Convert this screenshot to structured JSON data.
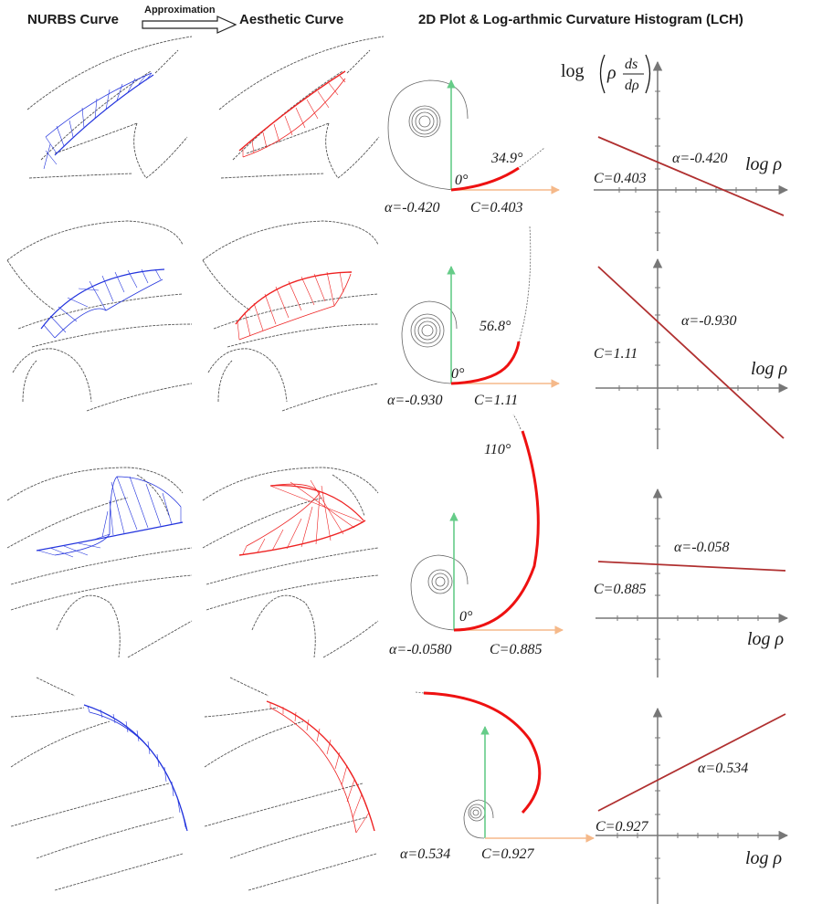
{
  "headers": {
    "nurbs": "NURBS Curve",
    "approximation": "Approximation",
    "aesthetic": "Aesthetic Curve",
    "plot": "2D Plot & Log-arthmic Curvature Histogram (LCH)"
  },
  "lch_axes": {
    "y_label_log": "log",
    "y_label_rho": "ρ",
    "y_label_num": "ds",
    "y_label_den": "dρ",
    "x_label": "log ρ"
  },
  "rows": [
    {
      "plot_alpha": "α=-0.420",
      "plot_c": "C=0.403",
      "angle_start": "0°",
      "angle_end": "34.9°",
      "lch_alpha": "α=-0.420",
      "lch_c": "C=0.403"
    },
    {
      "plot_alpha": "α=-0.930",
      "plot_c": "C=1.11",
      "angle_start": "0°",
      "angle_end": "56.8°",
      "lch_alpha": "α=-0.930",
      "lch_c": "C=1.11"
    },
    {
      "plot_alpha": "α=-0.0580",
      "plot_c": "C=0.885",
      "angle_start": "0°",
      "angle_end": "110°",
      "lch_alpha": "α=-0.058",
      "lch_c": "C=0.885"
    },
    {
      "plot_alpha": "α=0.534",
      "plot_c": "C=0.927",
      "angle_start": "",
      "angle_end": "",
      "lch_alpha": "α=0.534",
      "lch_c": "C=0.927"
    }
  ],
  "colors": {
    "nurbs_comb": "#2233dd",
    "aesthetic_comb": "#ee2222",
    "highlight_curve": "#ee1111",
    "tangent_arrow": "#66cc88",
    "normal_arrow": "#f5b98a",
    "lch_line": "#b03030",
    "axis": "#777777",
    "sketch_line": "#555555"
  }
}
